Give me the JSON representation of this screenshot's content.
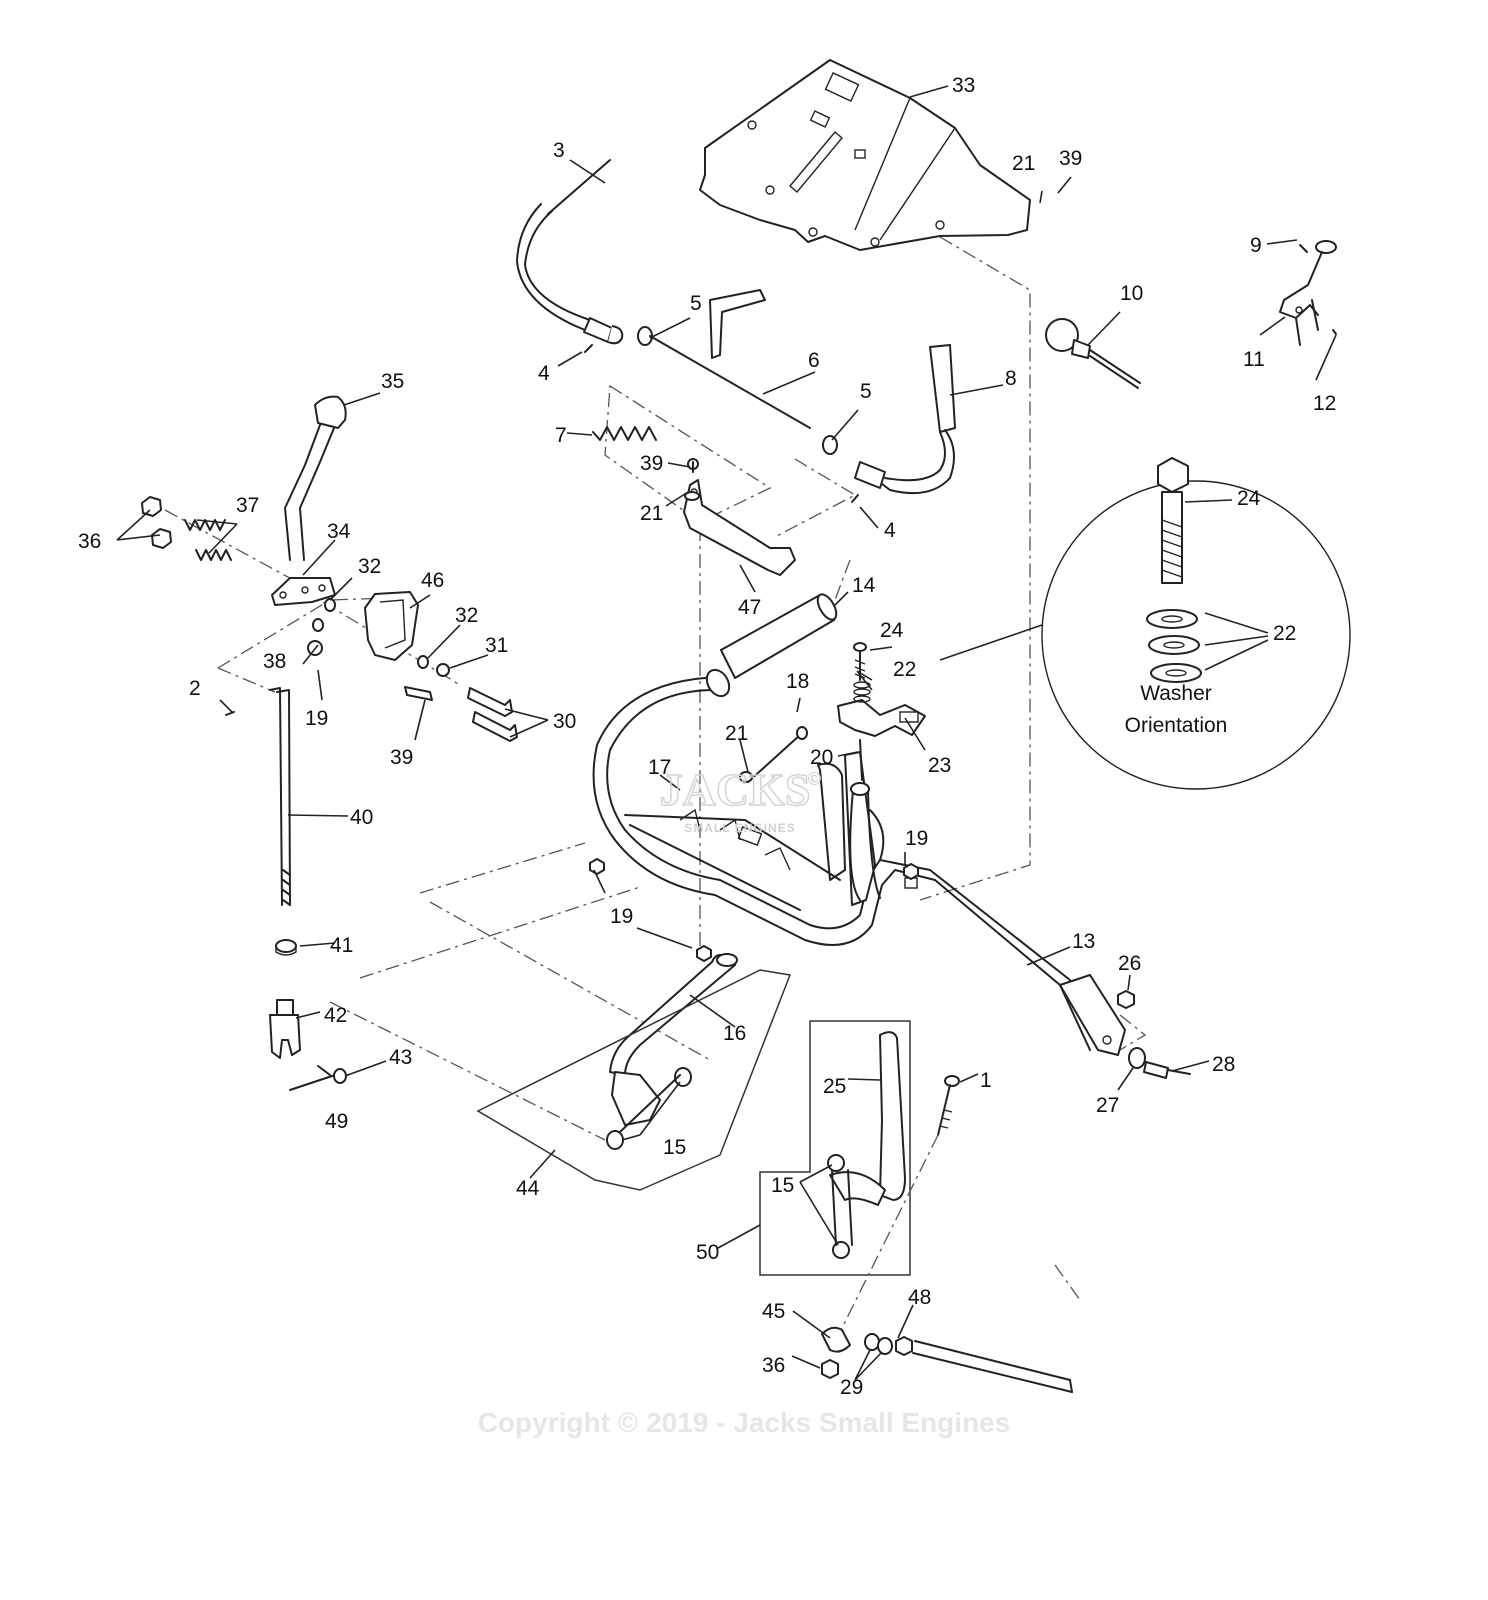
{
  "callouts": [
    "33",
    "3",
    "21",
    "39",
    "9",
    "5",
    "10",
    "4",
    "6",
    "8",
    "11",
    "12",
    "35",
    "7",
    "5",
    "39",
    "21",
    "4",
    "24",
    "37",
    "36",
    "34",
    "32",
    "46",
    "47",
    "14",
    "32",
    "31",
    "22",
    "38",
    "19",
    "24",
    "22",
    "2",
    "30",
    "18",
    "21",
    "39",
    "20",
    "23",
    "17",
    "40",
    "19",
    "19",
    "41",
    "13",
    "26",
    "42",
    "16",
    "43",
    "28",
    "1",
    "49",
    "25",
    "27",
    "15",
    "44",
    "15",
    "50",
    "45",
    "48",
    "36",
    "29"
  ],
  "detail": {
    "line1": "Washer",
    "line2": "Orientation"
  },
  "watermark": {
    "logo": "JACKS",
    "logo_sub": "SMALL ENGINES",
    "copyright_mark": "©",
    "footer": "Copyright © 2019 - Jacks Small Engines"
  }
}
